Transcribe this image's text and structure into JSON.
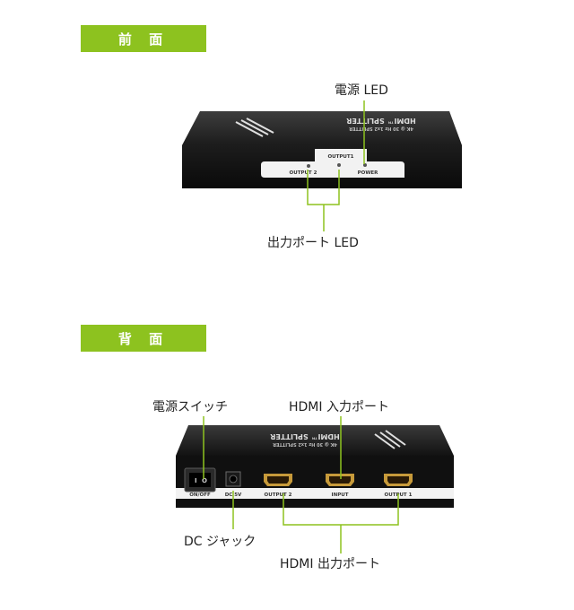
{
  "front": {
    "tag": "前 面",
    "device": {
      "top_text": "HDMI™ SPLITTER",
      "top_subtext": "4K @ 30 Hz  1x2 SPLITTER",
      "label_output1": "OUTPUT1",
      "label_output2": "OUTPUT 2",
      "label_power": "POWER"
    },
    "callouts": {
      "power_led": "電源 LED",
      "output_led": "出力ポート LED"
    }
  },
  "back": {
    "tag": "背 面",
    "device": {
      "top_text": "HDMI™ SPLITTER",
      "top_subtext": "4K @ 30 Hz  1x2 SPLITTER",
      "label_onoff": "ON/OFF",
      "label_dc": "DC 5V",
      "label_output2": "OUTPUT 2",
      "label_input": "INPUT",
      "label_output1": "OUTPUT 1"
    },
    "callouts": {
      "power_switch": "電源スイッチ",
      "hdmi_input": "HDMI 入力ポート",
      "dc_jack": "DC ジャック",
      "hdmi_output": "HDMI 出力ポート"
    }
  },
  "colors": {
    "accent_green": "#8dc21f",
    "callout_line": "#8dc21f",
    "device_body": "#151515",
    "hdmi_gold": "#c79a3a"
  }
}
